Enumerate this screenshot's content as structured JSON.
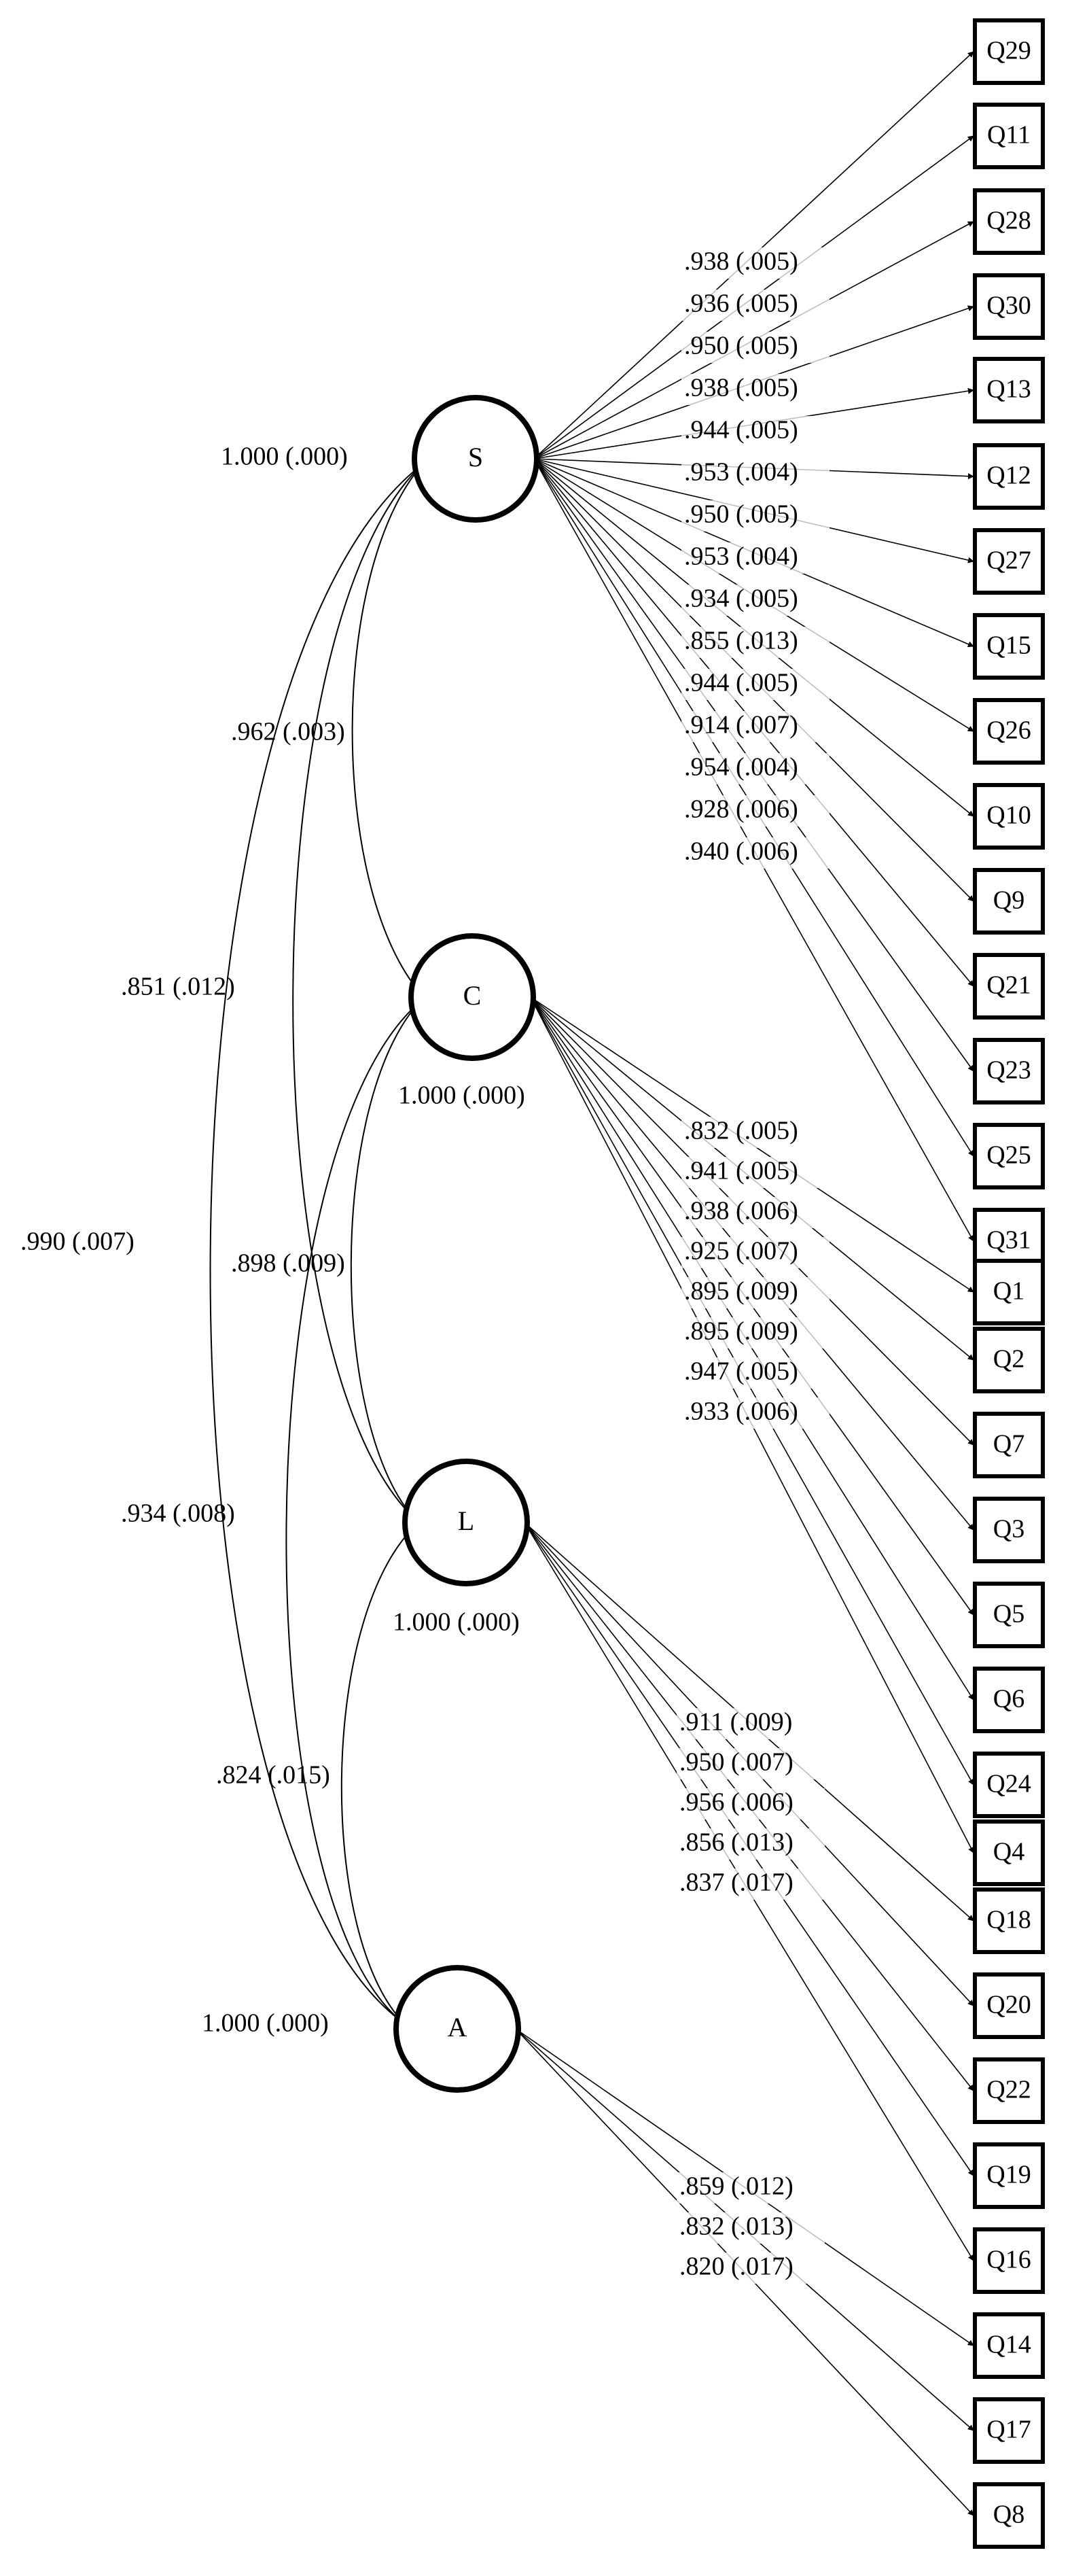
{
  "factors": [
    {
      "name": "S",
      "variance": "1.000 (.000)"
    },
    {
      "name": "C",
      "variance": "1.000 (.000)"
    },
    {
      "name": "L",
      "variance": "1.000 (.000)"
    },
    {
      "name": "A",
      "variance": "1.000 (.000)"
    }
  ],
  "covariances": [
    {
      "from": "S",
      "to": "C",
      "label": ".962 (.003)"
    },
    {
      "from": "S",
      "to": "L",
      "label": ".851 (.012)"
    },
    {
      "from": "S",
      "to": "A",
      "label": ".990 (.007)"
    },
    {
      "from": "C",
      "to": "L",
      "label": ".898 (.009)"
    },
    {
      "from": "C",
      "to": "A",
      "label": ".934 (.008)"
    },
    {
      "from": "L",
      "to": "A",
      "label": ".824 (.015)"
    }
  ],
  "indicators": [
    {
      "name": "Q29",
      "factor": "S"
    },
    {
      "name": "Q11",
      "factor": "S"
    },
    {
      "name": "Q28",
      "factor": "S"
    },
    {
      "name": "Q30",
      "factor": "S"
    },
    {
      "name": "Q13",
      "factor": "S"
    },
    {
      "name": "Q12",
      "factor": "S"
    },
    {
      "name": "Q27",
      "factor": "S"
    },
    {
      "name": "Q15",
      "factor": "S"
    },
    {
      "name": "Q26",
      "factor": "S"
    },
    {
      "name": "Q10",
      "factor": "S"
    },
    {
      "name": "Q9",
      "factor": "S"
    },
    {
      "name": "Q21",
      "factor": "S"
    },
    {
      "name": "Q23",
      "factor": "S"
    },
    {
      "name": "Q25",
      "factor": "S"
    },
    {
      "name": "Q31",
      "factor": "S"
    },
    {
      "name": "Q1",
      "factor": "C"
    },
    {
      "name": "Q2",
      "factor": "C"
    },
    {
      "name": "Q7",
      "factor": "C"
    },
    {
      "name": "Q3",
      "factor": "C"
    },
    {
      "name": "Q5",
      "factor": "C"
    },
    {
      "name": "Q6",
      "factor": "C"
    },
    {
      "name": "Q24",
      "factor": "C"
    },
    {
      "name": "Q4",
      "factor": "C"
    },
    {
      "name": "Q18",
      "factor": "L"
    },
    {
      "name": "Q20",
      "factor": "L"
    },
    {
      "name": "Q22",
      "factor": "L"
    },
    {
      "name": "Q19",
      "factor": "L"
    },
    {
      "name": "Q16",
      "factor": "L"
    },
    {
      "name": "Q14",
      "factor": "A"
    },
    {
      "name": "Q17",
      "factor": "A"
    },
    {
      "name": "Q8",
      "factor": "A"
    }
  ],
  "loading_labels": {
    "S": [
      ".938 (.005)",
      ".936 (.005)",
      ".950 (.005)",
      ".938 (.005)",
      ".944 (.005)",
      ".953 (.004)",
      ".950 (.005)",
      ".953 (.004)",
      ".934 (.005)",
      ".855 (.013)",
      ".944 (.005)",
      ".914 (.007)",
      ".954 (.004)",
      ".928 (.006)",
      ".940 (.006)"
    ],
    "C": [
      ".832 (.005)",
      ".941 (.005)",
      ".938 (.006)",
      ".925 (.007)",
      ".895 (.009)",
      ".895 (.009)",
      ".947 (.005)",
      ".933 (.006)"
    ],
    "L": [
      ".911 (.009)",
      ".950 (.007)",
      ".956 (.006)",
      ".856 (.013)",
      ".837 (.017)"
    ],
    "A": [
      ".859 (.012)",
      ".832 (.013)",
      ".820 (.017)"
    ]
  }
}
